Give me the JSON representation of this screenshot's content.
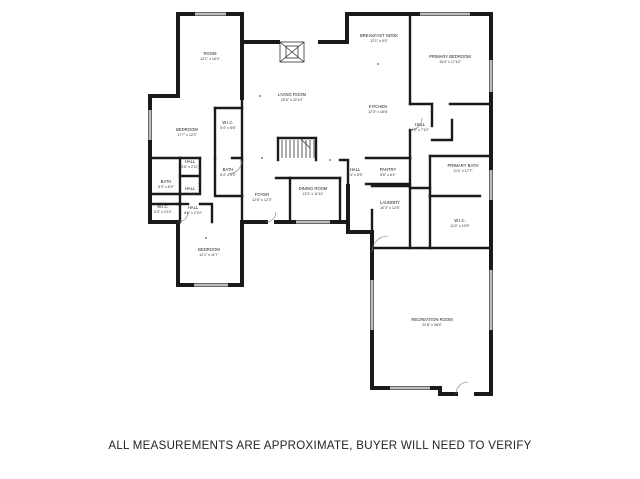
{
  "rooms": [
    {
      "id": "room-top",
      "name": "ROOM",
      "dims": "12'1\" x 16'4\""
    },
    {
      "id": "breakfast-nook",
      "name": "BREAKFAST NOOK",
      "dims": "12'1\" x 9'0\""
    },
    {
      "id": "primary-bedroom",
      "name": "PRIMARY BEDROOM",
      "dims": "15'4\" x 17'10\""
    },
    {
      "id": "living-room",
      "name": "LIVING ROOM",
      "dims": "20'6\" x 22'10\""
    },
    {
      "id": "wic-1",
      "name": "W.I.C.",
      "dims": "5'4\" x 8'8\""
    },
    {
      "id": "kitchen",
      "name": "KITCHEN",
      "dims": "12'3\" x 18'6\""
    },
    {
      "id": "hall-right",
      "name": "HALL",
      "dims": "4'0\" x 7'10\""
    },
    {
      "id": "bedroom-1",
      "name": "BEDROOM",
      "dims": "17'7\" x 12'0\""
    },
    {
      "id": "hall-1",
      "name": "HALL",
      "dims": "3'6\" x 2'11\""
    },
    {
      "id": "bath-1",
      "name": "BATH",
      "dims": "5'4\" x 5'3\""
    },
    {
      "id": "hall-2",
      "name": "HALL",
      "dims": "3'4\" x 5'9\""
    },
    {
      "id": "pantry",
      "name": "PANTRY",
      "dims": "5'6\" x 6'1\""
    },
    {
      "id": "primary-bath",
      "name": "PRIMARY BATH",
      "dims": "11'4\" x 17'7\""
    },
    {
      "id": "bath-2",
      "name": "BATH",
      "dims": "5'3\" x 8'9\""
    },
    {
      "id": "hall-3",
      "name": "HALL",
      "dims": "4'6\" x 5'6\""
    },
    {
      "id": "foyer",
      "name": "FOYER",
      "dims": "12'6\" x 12'3\""
    },
    {
      "id": "dining-room",
      "name": "DINING ROOM",
      "dims": "13'3\" x 11'11\""
    },
    {
      "id": "laundry",
      "name": "LAUNDRY",
      "dims": "10'2\" x 12'6\""
    },
    {
      "id": "wic-2",
      "name": "W.I.C.",
      "dims": "5'3\" x 4'10\""
    },
    {
      "id": "hall-4",
      "name": "HALL",
      "dims": "8'6\" x 2'10\""
    },
    {
      "id": "wic-3",
      "name": "W.I.C.",
      "dims": "11'4\" x 10'9\""
    },
    {
      "id": "bedroom-2",
      "name": "BEDROOM",
      "dims": "12'1\" x 11'7\""
    },
    {
      "id": "recreation-room",
      "name": "RECREATION ROOM",
      "dims": "22'6\" x 28'4\""
    }
  ],
  "disclaimer": "ALL MEASUREMENTS ARE APPROXIMATE, BUYER WILL NEED TO VERIFY"
}
